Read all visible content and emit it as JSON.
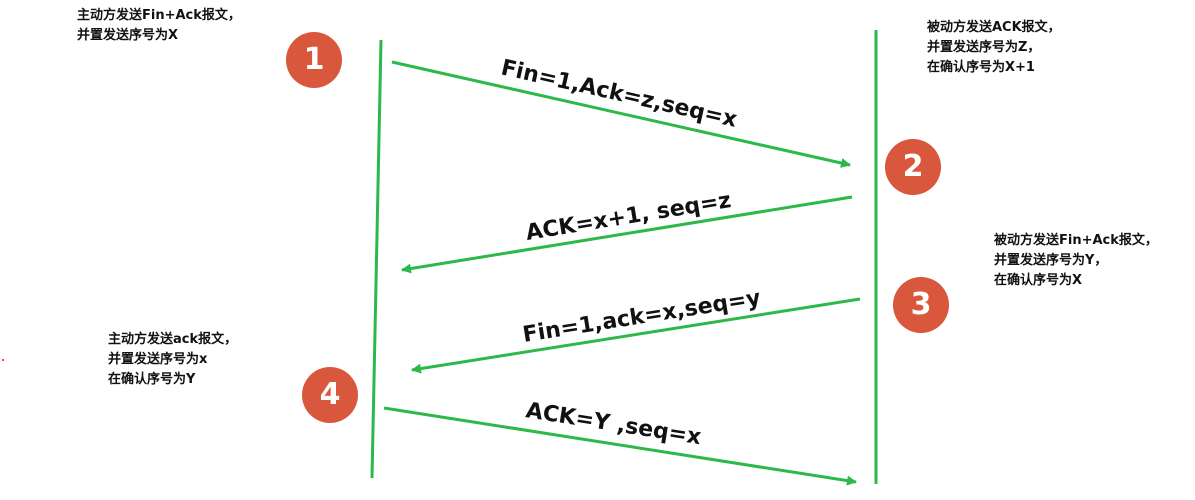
{
  "steps": [
    {
      "number": "1",
      "message": "Fin=1,Ack=z,seq=x",
      "note": [
        "主动方发送Fin+Ack报文，",
        "并置发送序号为X"
      ]
    },
    {
      "number": "2",
      "message": "ACK=x+1, seq=z",
      "note": [
        "被动方发送ACK报文，",
        "并置发送序号为Z，",
        "在确认序号为X+1"
      ]
    },
    {
      "number": "3",
      "message": "Fin=1,ack=x,seq=y",
      "note": [
        "被动方发送Fin+Ack报文，",
        "并置发送序号为Y，",
        "在确认序号为X"
      ]
    },
    {
      "number": "4",
      "message": "ACK=Y ,seq=x",
      "note": [
        "主动方发送ack报文，",
        "并置发送序号为x",
        "在确认序号为Y"
      ]
    }
  ],
  "colors": {
    "line": "#2db84a",
    "badge": "#d9573c"
  }
}
